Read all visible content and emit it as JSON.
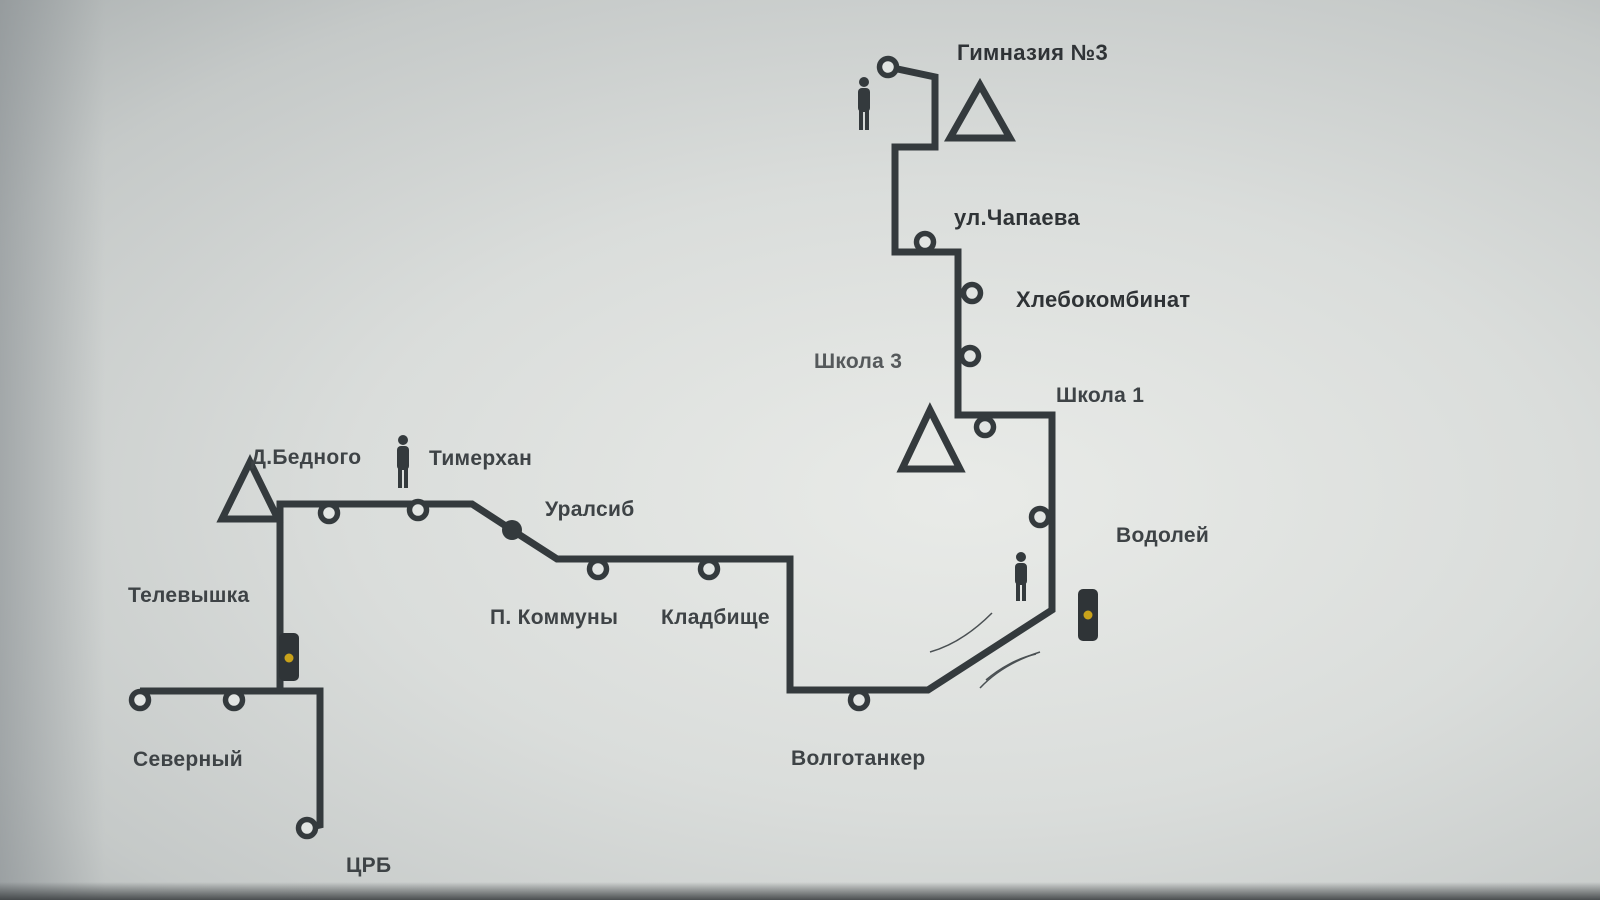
{
  "map": {
    "colors": {
      "route": "#343a3d",
      "stop_fill": "#e2e5e3",
      "paper": "#e3e6e4",
      "traffic_light_amber": "#c9a21a"
    },
    "icons": [
      "triangle-warning-sign-icon",
      "pedestrian-icon",
      "traffic-light-icon",
      "bus-stop-icon"
    ],
    "labels": {
      "gymnasium": "Гимназия  №3",
      "chapaeva": "ул.Чапаева",
      "bread_factory": "Хлебокомбинат",
      "school3": "Школа 3",
      "school1": "Школа 1",
      "vodoley": "Водолей",
      "bednogo": "Д.Бедного",
      "timerkhan": "Тимерхан",
      "uralsib": "Уралсиб",
      "tv_tower": "Телевышка",
      "kommuny": "П. Коммуны",
      "cemetery": "Кладбище",
      "north": "Северный",
      "volgotanker": "Волготанкер",
      "hospital": "ЦРБ"
    }
  }
}
